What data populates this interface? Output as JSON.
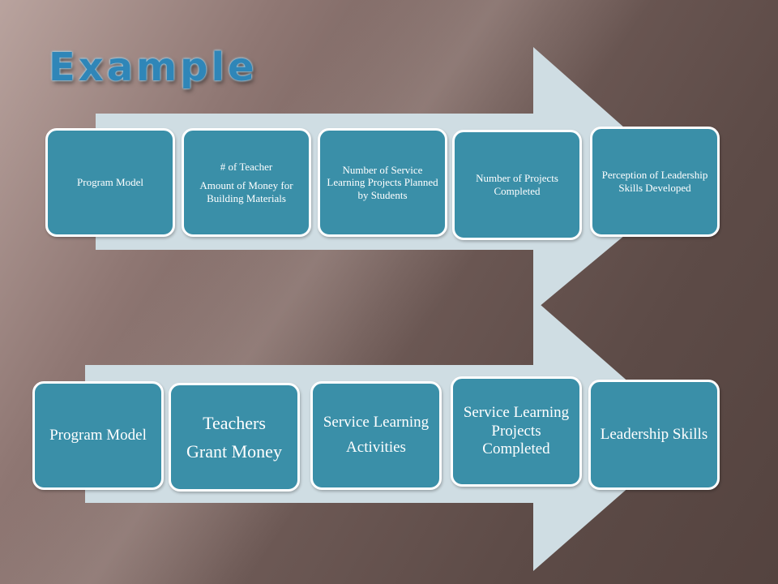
{
  "title": "Example",
  "row1": {
    "boxes": [
      {
        "lines": [
          "Program Model"
        ]
      },
      {
        "lines": [
          "# of Teacher",
          "Amount of Money for Building Materials"
        ]
      },
      {
        "lines": [
          "Number of Service Learning Projects Planned by Students"
        ]
      },
      {
        "lines": [
          "Number of Projects Completed"
        ]
      },
      {
        "lines": [
          "Perception of Leadership Skills Developed"
        ]
      }
    ]
  },
  "row2": {
    "boxes": [
      {
        "lines": [
          "Program Model"
        ]
      },
      {
        "lines": [
          "Teachers",
          "Grant Money"
        ]
      },
      {
        "lines": [
          "Service Learning",
          "Activities"
        ]
      },
      {
        "lines": [
          "Service Learning Projects Completed"
        ]
      },
      {
        "lines": [
          "Leadership Skills"
        ]
      }
    ]
  },
  "colors": {
    "box_fill": "#3a8fa8",
    "box_border": "#ffffff",
    "arrow_fill": "#cfdde3",
    "title": "#2f86b8"
  }
}
